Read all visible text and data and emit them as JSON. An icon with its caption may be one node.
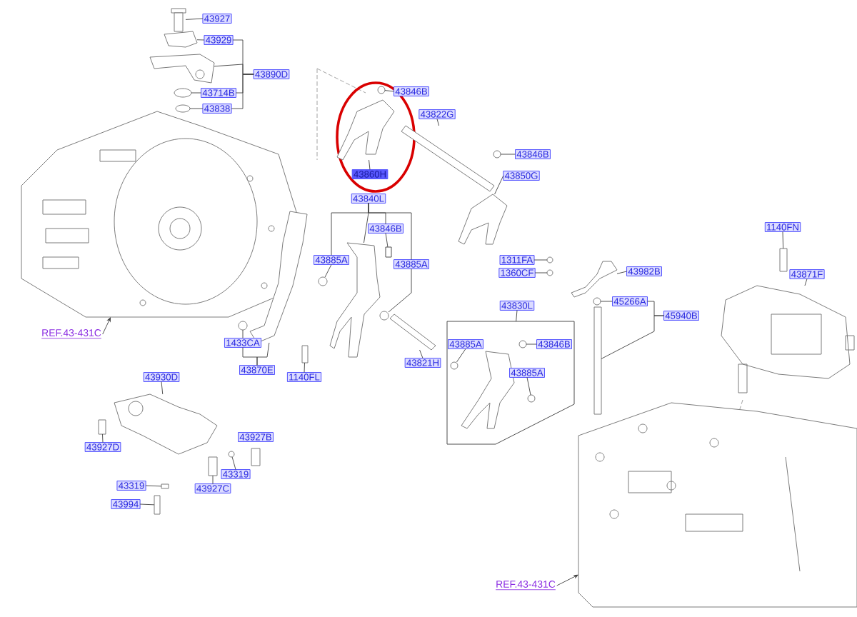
{
  "diagram": {
    "nodes": [
      {
        "text": [
          "43927"
        ]
      },
      {
        "text": [
          "43929"
        ]
      },
      {
        "text": [
          "43890D"
        ]
      },
      {
        "text": [
          "43714B"
        ]
      },
      {
        "text": [
          "43838"
        ]
      },
      {
        "text": [
          "43846B"
        ]
      },
      {
        "text": [
          "43822G"
        ]
      },
      {
        "text": [
          "43846B"
        ]
      },
      {
        "text": [
          "43860H"
        ]
      },
      {
        "text": [
          "43850G"
        ]
      },
      {
        "text": [
          "43840L"
        ]
      },
      {
        "text": [
          "43846B"
        ]
      },
      {
        "text": [
          "43885A"
        ]
      },
      {
        "text": [
          "43885A"
        ]
      },
      {
        "text": [
          "REF.43-431C"
        ]
      },
      {
        "text": [
          "1433CA"
        ]
      },
      {
        "text": [
          "43870E"
        ]
      },
      {
        "text": [
          "1140FL"
        ]
      },
      {
        "text": [
          "43821H"
        ]
      },
      {
        "text": [
          "43830L"
        ]
      },
      {
        "text": [],
        "shape": "box"
      },
      {
        "text": [
          "43885A"
        ],
        "in": 20
      },
      {
        "text": [
          "43846B"
        ],
        "in": 20
      },
      {
        "text": [
          "43885A"
        ],
        "in": 20
      },
      {
        "text": [
          "1311FA"
        ]
      },
      {
        "text": [
          "1360CF"
        ]
      },
      {
        "text": [
          "43982B"
        ]
      },
      {
        "text": [
          "45266A"
        ]
      },
      {
        "text": [
          "45940B"
        ]
      },
      {
        "text": [
          "1140FN"
        ]
      },
      {
        "text": [
          "43871F"
        ]
      },
      {
        "text": [
          "43930D"
        ]
      },
      {
        "text": [
          "43927D"
        ]
      },
      {
        "text": [
          "43319"
        ]
      },
      {
        "text": [
          "43927C"
        ]
      },
      {
        "text": [
          "43319"
        ]
      },
      {
        "text": [
          "43994"
        ]
      },
      {
        "text": [
          "REF.43-431C"
        ]
      },
      {
        "text": [],
        "shape": "picture"
      },
      {
        "text": [],
        "shape": "picture"
      },
      {
        "text": [],
        "shape": "picture"
      },
      {
        "text": [],
        "shape": "circle"
      },
      {
        "text": [],
        "shape": "circle"
      },
      {
        "text": [],
        "shape": "picture"
      },
      {
        "text": [],
        "shape": "circle"
      },
      {
        "text": [],
        "shape": "picture"
      },
      {
        "text": [],
        "shape": "bar"
      },
      {
        "text": [],
        "shape": "circle"
      },
      {
        "text": [],
        "shape": "picture"
      },
      {
        "text": [],
        "shape": "box"
      },
      {
        "text": [],
        "shape": "picture"
      },
      {
        "text": [],
        "shape": "circle"
      },
      {
        "text": [],
        "shape": "circle"
      },
      {
        "text": [],
        "shape": "circle"
      },
      {
        "text": [],
        "shape": "picture"
      },
      {
        "text": [],
        "shape": "bar"
      },
      {
        "text": [],
        "shape": "bar"
      },
      {
        "text": [],
        "shape": "picture",
        "in": 20
      },
      {
        "text": [],
        "shape": "circle",
        "in": 20
      },
      {
        "text": [],
        "shape": "circle",
        "in": 20
      },
      {
        "text": [],
        "shape": "circle",
        "in": 20
      },
      {
        "text": [],
        "shape": "circle"
      },
      {
        "text": [],
        "shape": "circle"
      },
      {
        "text": [],
        "shape": "picture"
      },
      {
        "text": [],
        "shape": "circle"
      },
      {
        "text": [],
        "shape": "bar"
      },
      {
        "text": [],
        "shape": "bar"
      },
      {
        "text": [],
        "shape": "picture"
      },
      {
        "text": [],
        "shape": "picture"
      },
      {
        "text": [],
        "shape": "bar"
      },
      {
        "text": [],
        "shape": "circle"
      },
      {
        "text": [],
        "shape": "bar"
      },
      {
        "text": [],
        "shape": "bar"
      },
      {
        "text": [],
        "shape": "bar"
      },
      {
        "text": [],
        "shape": "picture"
      }
    ],
    "edges": [
      {
        "from": 0,
        "to": 38,
        "arrow": "none"
      },
      {
        "from": 1,
        "to": 39,
        "arrow": "none"
      },
      {
        "from": 2,
        "to": 1,
        "arrow": "none"
      },
      {
        "from": 2,
        "to": 40,
        "arrow": "none"
      },
      {
        "from": 2,
        "to": 3,
        "arrow": "none"
      },
      {
        "from": 2,
        "to": 4,
        "arrow": "none"
      },
      {
        "from": 3,
        "to": 41,
        "arrow": "none"
      },
      {
        "from": 4,
        "to": 42,
        "arrow": "none"
      },
      {
        "from": 5,
        "to": 44,
        "arrow": "none"
      },
      {
        "from": 6,
        "to": 46,
        "arrow": "none"
      },
      {
        "from": 7,
        "to": 47,
        "arrow": "none"
      },
      {
        "from": 8,
        "to": 45,
        "arrow": "none"
      },
      {
        "from": 9,
        "to": 48,
        "arrow": "none"
      },
      {
        "from": 10,
        "to": 12,
        "arrow": "none"
      },
      {
        "from": 10,
        "to": 11,
        "arrow": "none"
      },
      {
        "from": 10,
        "to": 50,
        "arrow": "none"
      },
      {
        "from": 10,
        "to": 13,
        "arrow": "none"
      },
      {
        "from": 11,
        "to": 49,
        "arrow": "none"
      },
      {
        "from": 12,
        "to": 51,
        "arrow": "none"
      },
      {
        "from": 13,
        "to": 52,
        "arrow": "none"
      },
      {
        "from": 14,
        "to": 43,
        "arrow": "to"
      },
      {
        "from": 15,
        "to": 53,
        "arrow": "none"
      },
      {
        "from": 16,
        "to": 15,
        "arrow": "none"
      },
      {
        "from": 16,
        "to": 54,
        "arrow": "none"
      },
      {
        "from": 17,
        "to": 55,
        "arrow": "none"
      },
      {
        "from": 18,
        "to": 56,
        "arrow": "none"
      },
      {
        "from": 19,
        "to": 20,
        "arrow": "none"
      },
      {
        "from": 21,
        "to": 58,
        "arrow": "none"
      },
      {
        "from": 22,
        "to": 59,
        "arrow": "none"
      },
      {
        "from": 23,
        "to": 60,
        "arrow": "none"
      },
      {
        "from": 24,
        "to": 61,
        "arrow": "none"
      },
      {
        "from": 25,
        "to": 62,
        "arrow": "none"
      },
      {
        "from": 26,
        "to": 63,
        "arrow": "none"
      },
      {
        "from": 27,
        "to": 64,
        "arrow": "none"
      },
      {
        "from": 28,
        "to": 27,
        "arrow": "none"
      },
      {
        "from": 28,
        "to": 65,
        "arrow": "none"
      },
      {
        "from": 29,
        "to": 66,
        "arrow": "none"
      },
      {
        "from": 30,
        "to": 67,
        "arrow": "none"
      },
      {
        "from": 31,
        "to": 68,
        "arrow": "none"
      },
      {
        "from": 32,
        "to": 69,
        "arrow": "none"
      },
      {
        "from": 33,
        "to": 70,
        "arrow": "none"
      },
      {
        "from": 34,
        "to": 71,
        "arrow": "none"
      },
      {
        "from": 35,
        "to": 72,
        "arrow": "none"
      },
      {
        "from": 36,
        "to": 73,
        "arrow": "none"
      },
      {
        "from": 37,
        "to": 74,
        "arrow": "to"
      }
    ],
    "labels": [
      "43927B"
    ]
  }
}
